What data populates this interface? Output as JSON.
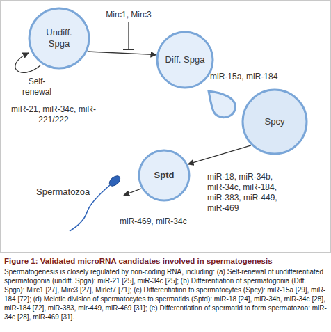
{
  "diagram": {
    "title": "Figure 1: Validated microRNA candidates involved in spermatogenesis",
    "caption": "Spermatogenesis is closely regulated by non-coding RNA, including: (a) Self-renewal of undifferentiated spermatogonia (undiff. Spga): miR-21 [25], miR-34c [25]; (b) Differentiation of spermatogonia (Diff. Spga): Mirc1 [27], Mirc3 [27], Mirlet7 [71]; (c) Differentiation to spermatocytes (Spcy): miR-15a [29], miR-184 [72]; (d) Meiotic division of spermatocytes to spermatids (Sptd): miR-18 [24], miR-34b, miR-34c [28], miR-184 [72], miR-383, mir-449, miR-469 [31]; (e) Differentiation of spermatid to form spermatozoa: miR-34c [28], miR-469 [31].",
    "nodes": [
      {
        "text": [
          "Undiff. Spga"
        ]
      },
      {
        "text": [
          "Diff. Spga"
        ]
      },
      {
        "text": [
          "Spcy"
        ]
      },
      {
        "text": [
          "Sptd"
        ]
      },
      {
        "text": [
          "Spermatozoa"
        ]
      }
    ],
    "edges": [
      {
        "from": 0,
        "to": 1,
        "arrow": "to"
      },
      {
        "from": 2,
        "to": 3,
        "arrow": "to",
        "label": "miR-18, miR-34b, miR-34c, miR-184, miR-383, miR-449, miR-469"
      },
      {
        "from": 3,
        "to": 4,
        "arrow": "to",
        "label": "miR-469, miR-34c"
      }
    ],
    "labels": [
      "Mirc1, Mirc3",
      "Self-renewal",
      "miR-21, miR-34c, miR-221/222",
      "miR-15a, miR-184"
    ]
  }
}
